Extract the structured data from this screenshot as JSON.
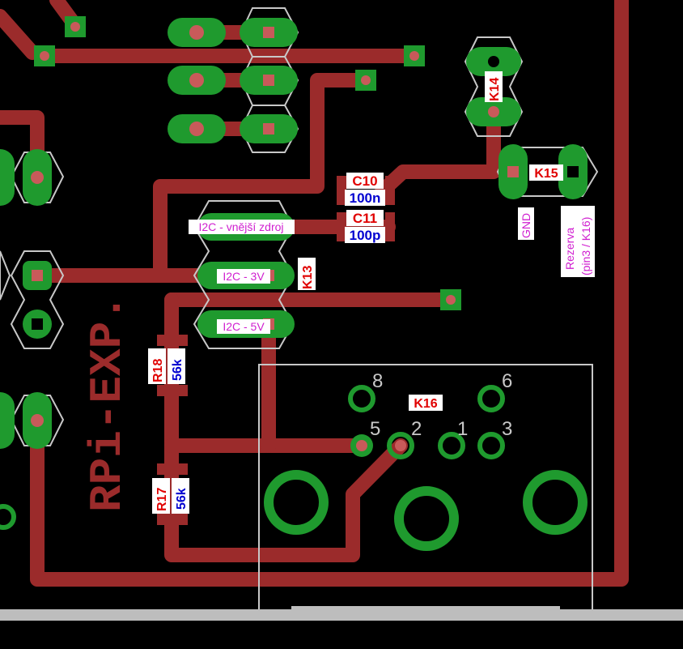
{
  "board": {
    "title": "RPi-EXP.",
    "colors": {
      "background": "#000000",
      "trace": "#9b2b2b",
      "pad": "#1f9a2e",
      "hole": "#c85a5a",
      "outline": "#c8c8c8",
      "label_red_bg": "#ffffff",
      "label_red_fg": "#e00000",
      "label_blue_fg": "#0000d0",
      "label_magenta_fg": "#d020d0",
      "edge": "#bdbdbd"
    }
  },
  "labels": {
    "c10_name": "C10",
    "c10_value": "100n",
    "c11_name": "C11",
    "c11_value": "100p",
    "k14": "K14",
    "k15": "K15",
    "k13": "K13",
    "k16": "K16",
    "r18_name": "R18",
    "r18_value": "56k",
    "r17_name": "R17",
    "r17_value": "56k",
    "i2c_ext": "I2C - vnější zdroj",
    "i2c_3v": "I2C - 3V",
    "i2c_5v": "I2C - 5V",
    "gnd": "GND",
    "rezerva_1": "Rezerva",
    "rezerva_2": "(pin3 / K16)",
    "pin8": "8",
    "pin6": "6",
    "pin5": "5",
    "pin2": "2",
    "pin1": "1",
    "pin3": "3"
  }
}
